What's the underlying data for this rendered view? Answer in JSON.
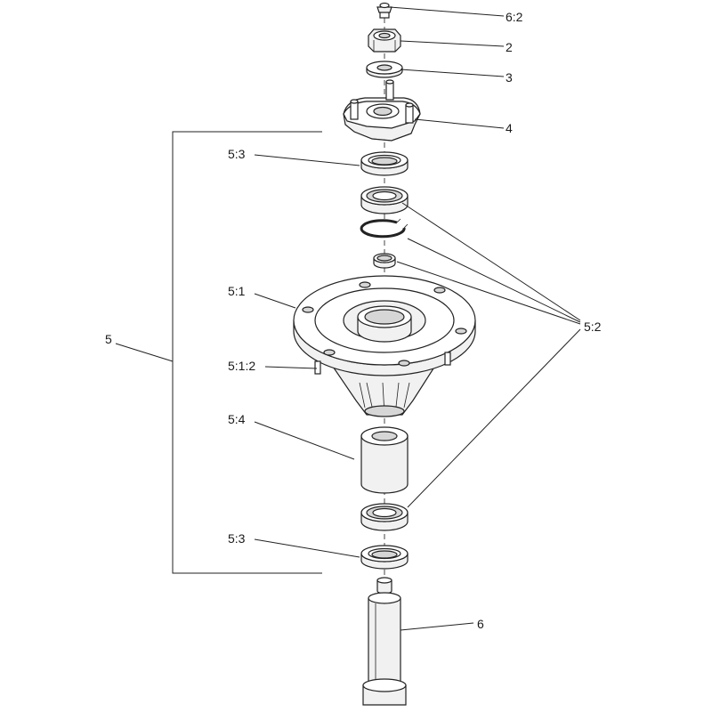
{
  "callouts": {
    "c_6_2": "6:2",
    "c_2": "2",
    "c_3": "3",
    "c_4": "4",
    "c_5_3_top": "5:3",
    "c_5_1": "5:1",
    "c_5_1_2": "5:1:2",
    "c_5_4": "5:4",
    "c_5_3_bottom": "5:3",
    "c_5": "5",
    "c_5_2": "5:2",
    "c_6": "6"
  }
}
